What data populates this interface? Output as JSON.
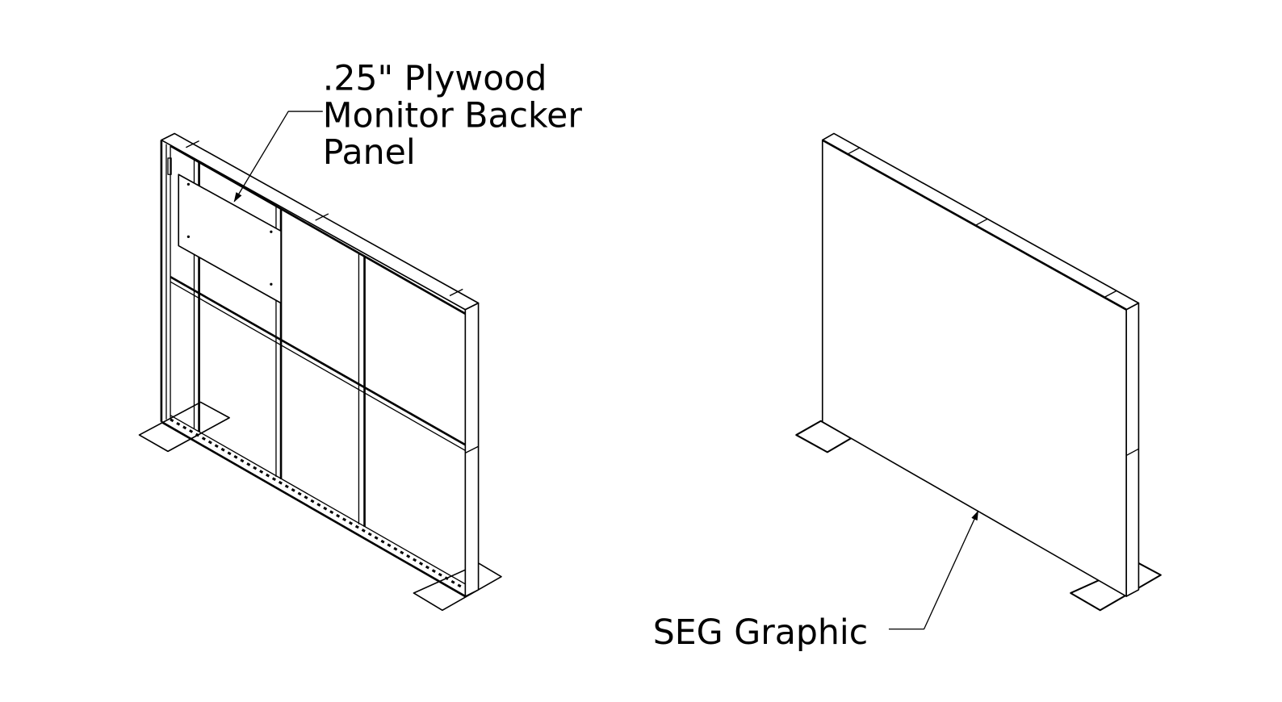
{
  "left_view": {
    "callout": {
      "lines": [
        ".25\" Plywood",
        "Monitor Backer",
        "Panel"
      ]
    }
  },
  "right_view": {
    "callout": {
      "lines": [
        "SEG Graphic"
      ]
    }
  },
  "colors": {
    "line": "#000000",
    "background": "#ffffff"
  }
}
